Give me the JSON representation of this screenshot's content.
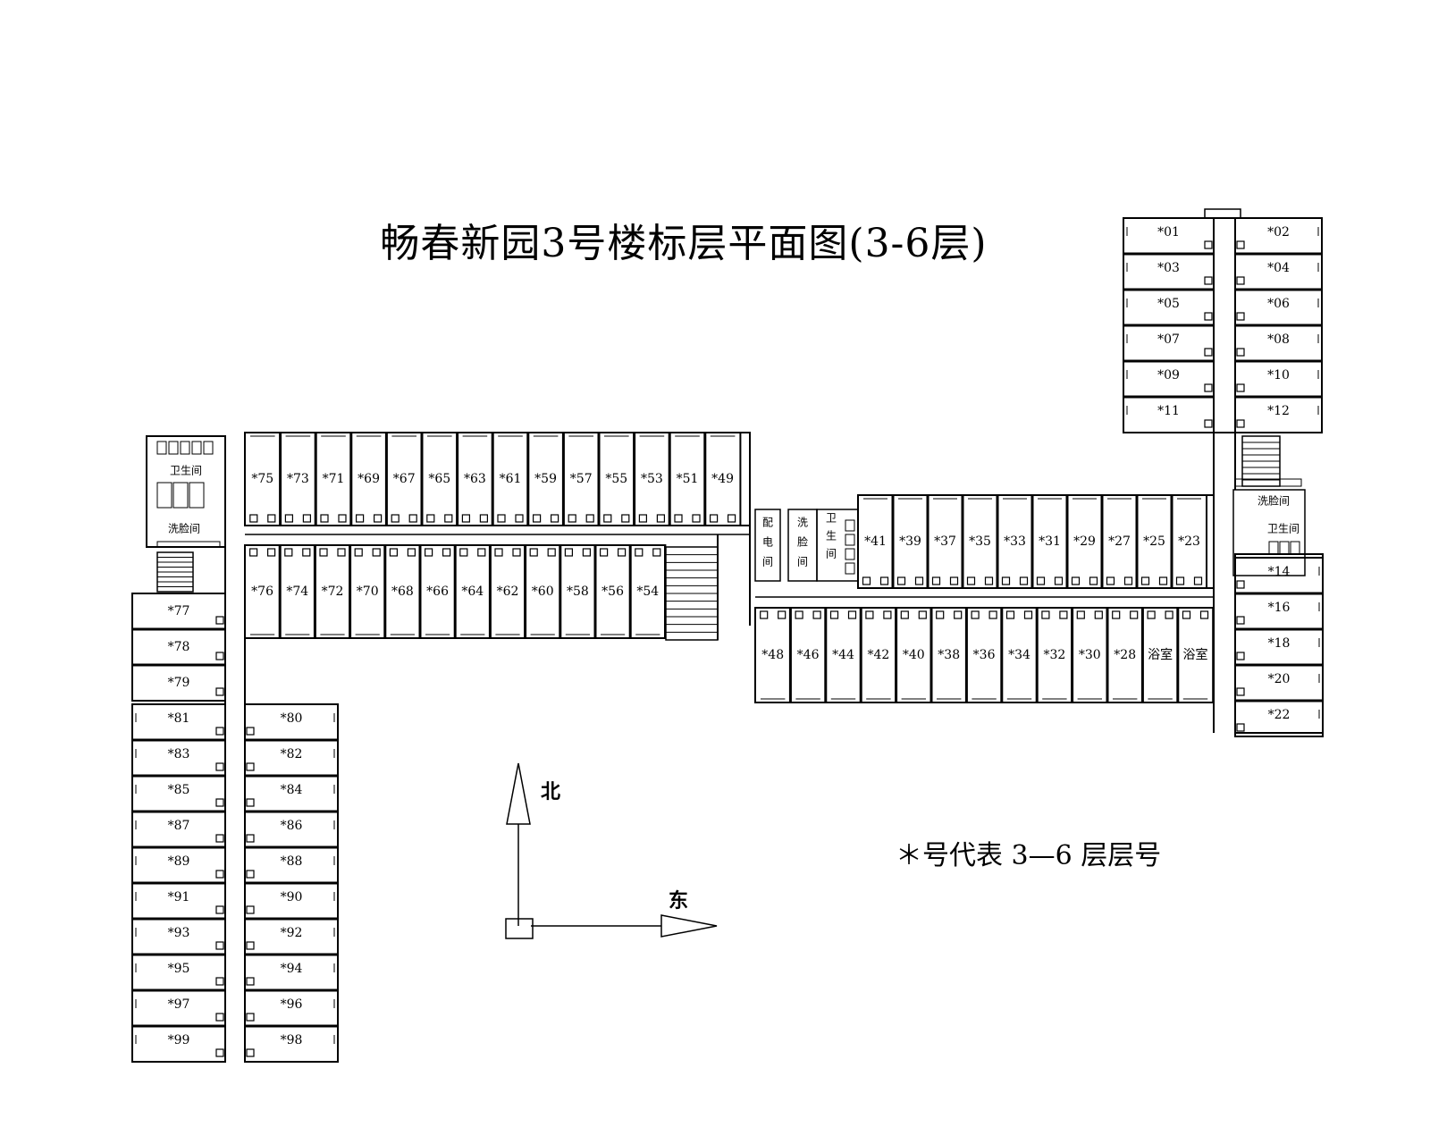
{
  "title": "畅春新园3号楼标层平面图(3-6层)",
  "legend_note": "＊号代表 3—6 层层号",
  "compass": {
    "north": "北",
    "east": "东"
  },
  "colors": {
    "line": "#000000",
    "background": "#ffffff"
  },
  "rooms": {
    "north_wing_west": [
      "*01",
      "*03",
      "*05",
      "*07",
      "*09",
      "*11"
    ],
    "north_wing_east": [
      "*02",
      "*04",
      "*06",
      "*08",
      "*10",
      "*12"
    ],
    "east_wing": [
      "*14",
      "*16",
      "*18",
      "*20",
      "*22"
    ],
    "center_north": [
      "*41",
      "*39",
      "*37",
      "*35",
      "*33",
      "*31",
      "*29",
      "*27",
      "*25",
      "*23"
    ],
    "center_south": [
      "*48",
      "*46",
      "*44",
      "*42",
      "*40",
      "*38",
      "*36",
      "*34",
      "*32",
      "*30",
      "*28"
    ],
    "center_south_bath": [
      "浴室",
      "浴室"
    ],
    "west_north": [
      "*75",
      "*73",
      "*71",
      "*69",
      "*67",
      "*65",
      "*63",
      "*61",
      "*59",
      "*57",
      "*55",
      "*53",
      "*51",
      "*49"
    ],
    "west_south": [
      "*76",
      "*74",
      "*72",
      "*70",
      "*68",
      "*66",
      "*64",
      "*62",
      "*60",
      "*58",
      "*56",
      "*54"
    ],
    "south_wing_west": [
      "*77",
      "*78",
      "*79",
      "*81",
      "*83",
      "*85",
      "*87",
      "*89",
      "*91",
      "*93",
      "*95",
      "*97",
      "*99"
    ],
    "south_wing_east": [
      "*80",
      "*82",
      "*84",
      "*86",
      "*88",
      "*90",
      "*92",
      "*94",
      "*96",
      "*98"
    ]
  },
  "facilities": {
    "west_wc": "卫生间",
    "west_wash": "洗脸间",
    "east_wash": "洗脸间",
    "east_wc": "卫生间",
    "elec_room": [
      "配",
      "电",
      "间"
    ],
    "center_wash": [
      "洗",
      "脸",
      "间"
    ],
    "center_wc": [
      "卫",
      "生",
      "间"
    ]
  }
}
